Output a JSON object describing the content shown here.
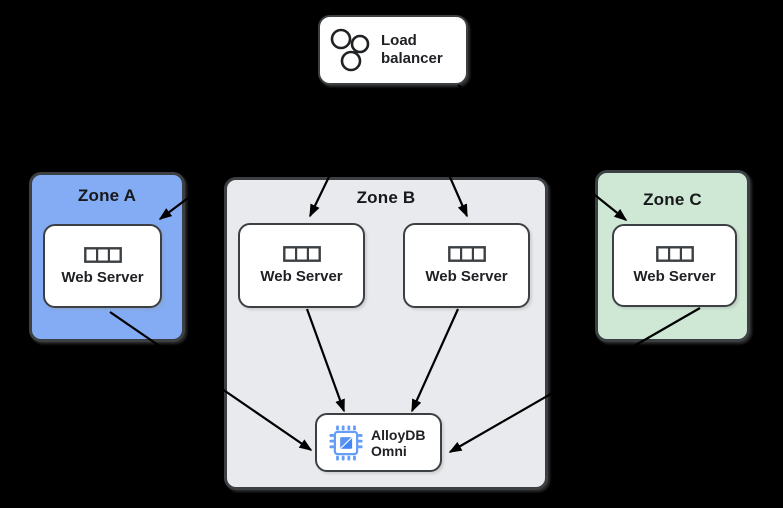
{
  "diagram": {
    "type": "architecture-diagram",
    "description": "Load balancer distributing traffic across three zones of web servers backed by AlloyDB Omni"
  },
  "load_balancer": {
    "label": "Load balancer",
    "icon": "load-balancer-icon"
  },
  "zones": [
    {
      "id": "zone-a",
      "label": "Zone A",
      "fill": "#83acf4",
      "servers": [
        {
          "label": "Web Server",
          "icon": "server-icon"
        }
      ]
    },
    {
      "id": "zone-b",
      "label": "Zone B",
      "fill": "#e8eaed",
      "servers": [
        {
          "label": "Web Server",
          "icon": "server-icon"
        },
        {
          "label": "Web Server",
          "icon": "server-icon"
        }
      ]
    },
    {
      "id": "zone-c",
      "label": "Zone C",
      "fill": "#cee8d5",
      "servers": [
        {
          "label": "Web Server",
          "icon": "server-icon"
        }
      ]
    }
  ],
  "database": {
    "label": "AlloyDB Omni",
    "icon": "alloydb-chip-icon",
    "zone": "zone-b"
  },
  "edges": [
    {
      "from": "load-balancer",
      "to": "zone-a-web-server"
    },
    {
      "from": "load-balancer",
      "to": "zone-b-web-server-1"
    },
    {
      "from": "load-balancer",
      "to": "zone-b-web-server-2"
    },
    {
      "from": "load-balancer",
      "to": "zone-c-web-server"
    },
    {
      "from": "zone-a-web-server",
      "to": "alloydb-omni"
    },
    {
      "from": "zone-b-web-server-1",
      "to": "alloydb-omni"
    },
    {
      "from": "zone-b-web-server-2",
      "to": "alloydb-omni"
    },
    {
      "from": "zone-c-web-server",
      "to": "alloydb-omni"
    }
  ],
  "colors": {
    "background": "#000000",
    "zone_a_fill": "#83acf4",
    "zone_b_fill": "#e8eaed",
    "zone_c_fill": "#cee8d5",
    "zone_border": "#3c4043",
    "node_fill": "#ffffff",
    "node_border": "#3c4043",
    "text": "#202124",
    "arrow": "#000000",
    "alloydb_icon_blue": "#669df6",
    "alloydb_icon_dark_blue": "#4285f4"
  }
}
